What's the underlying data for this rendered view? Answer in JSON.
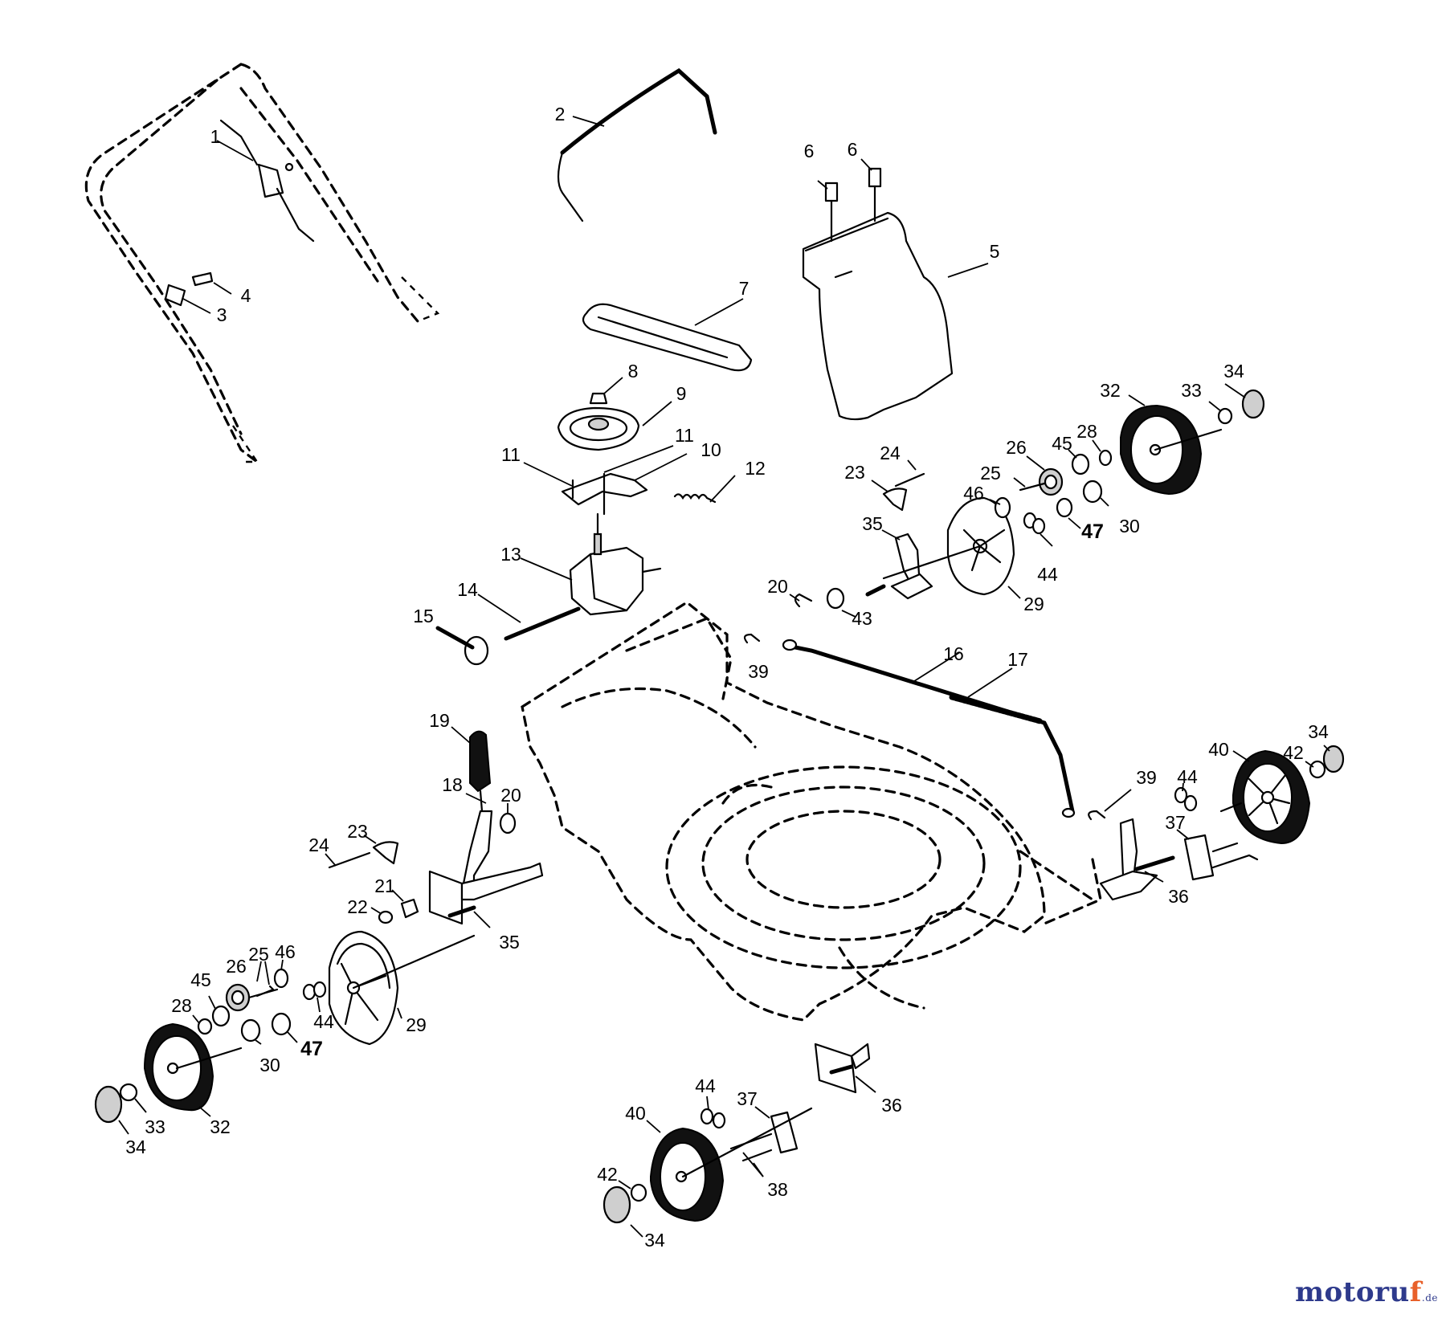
{
  "diagram": {
    "callouts": [
      "1",
      "2",
      "3",
      "4",
      "5",
      "6",
      "7",
      "8",
      "9",
      "10",
      "11",
      "12",
      "13",
      "14",
      "15",
      "16",
      "17",
      "18",
      "19",
      "20",
      "21",
      "22",
      "23",
      "24",
      "25",
      "26",
      "28",
      "29",
      "30",
      "32",
      "33",
      "34",
      "35",
      "36",
      "37",
      "38",
      "39",
      "40",
      "42",
      "43",
      "44",
      "45",
      "46",
      "47"
    ]
  },
  "watermark": {
    "part1": "motoru",
    "part2": "f",
    "part3": ".de"
  }
}
